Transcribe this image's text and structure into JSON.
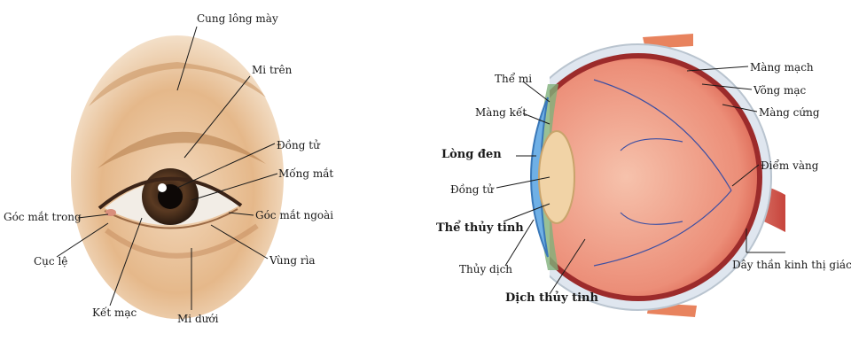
{
  "external_eye": {
    "labels": {
      "brow_arch": "Cung lông mày",
      "upper_lid": "Mi trên",
      "pupil": "Đồng tử",
      "iris": "Mống mắt",
      "outer_corner": "Góc mắt ngoài",
      "inner_corner": "Góc mắt trong",
      "caruncle": "Cục lệ",
      "conjunctiva": "Kết mạc",
      "lower_lid": "Mi dưới",
      "lid_area": "Vùng rìa"
    }
  },
  "eye_section": {
    "labels": {
      "ciliary_body": "Thể mi",
      "conjunctiva": "Màng kết",
      "cornea": "Lòng đen",
      "pupil": "Đồng tử",
      "lens": "Thể thủy tinh",
      "aqueous": "Thủy dịch",
      "vitreous": "Dịch thủy tinh",
      "choroid": "Màng mạch",
      "retina": "Võng mạc",
      "sclera": "Màng cứng",
      "macula": "Điểm vàng",
      "optic_nerve": "Dây thần kinh thị giác"
    }
  }
}
